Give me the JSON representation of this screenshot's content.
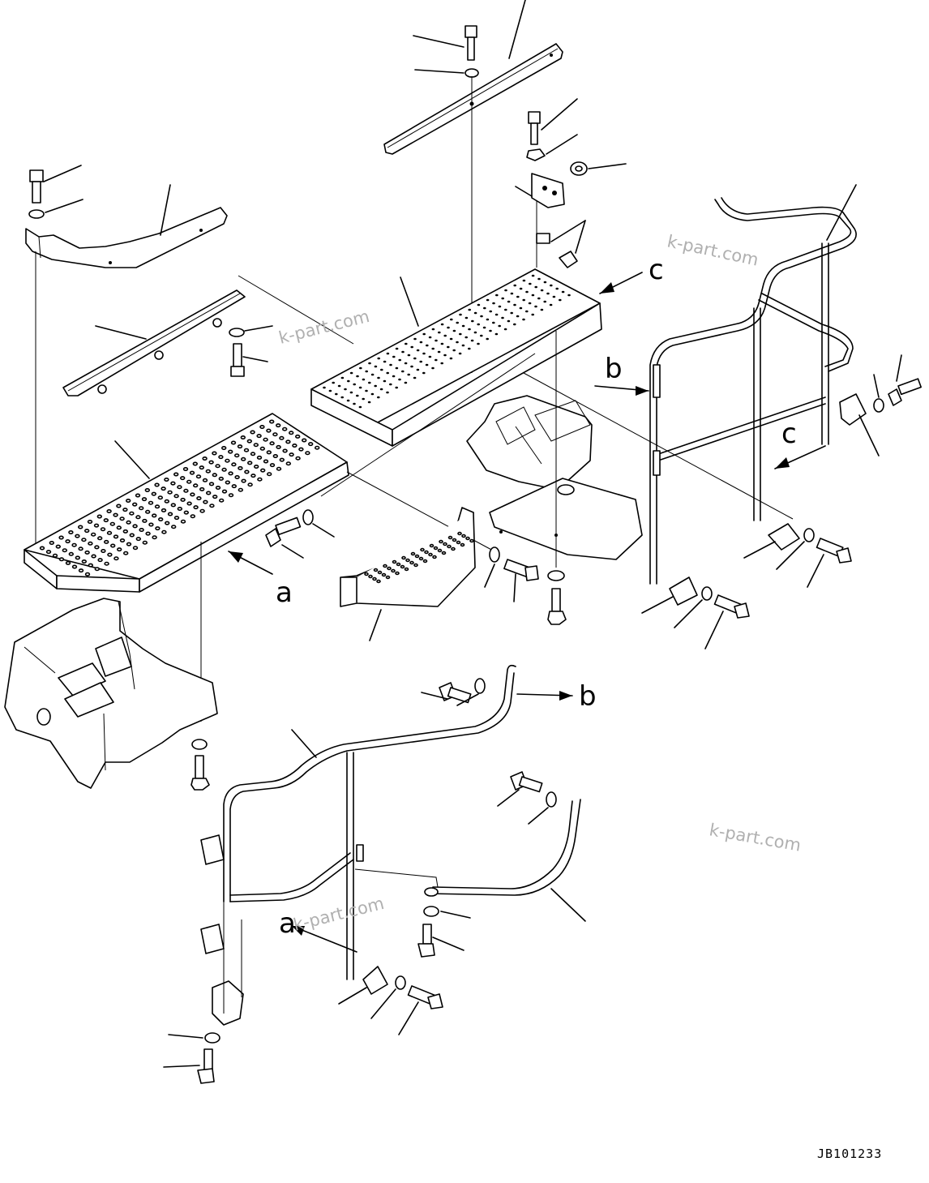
{
  "callouts": {
    "a1": "a",
    "a2": "a",
    "b1": "b",
    "b2": "b",
    "c1": "c",
    "c2": "c"
  },
  "watermarks": [
    "k-part.com",
    "k-part.com",
    "k-part.com",
    "k-part.com"
  ],
  "drawing_number": "JB101233",
  "colors": {
    "line": "#000000",
    "background": "#ffffff",
    "watermark": "#b0b0b0"
  }
}
